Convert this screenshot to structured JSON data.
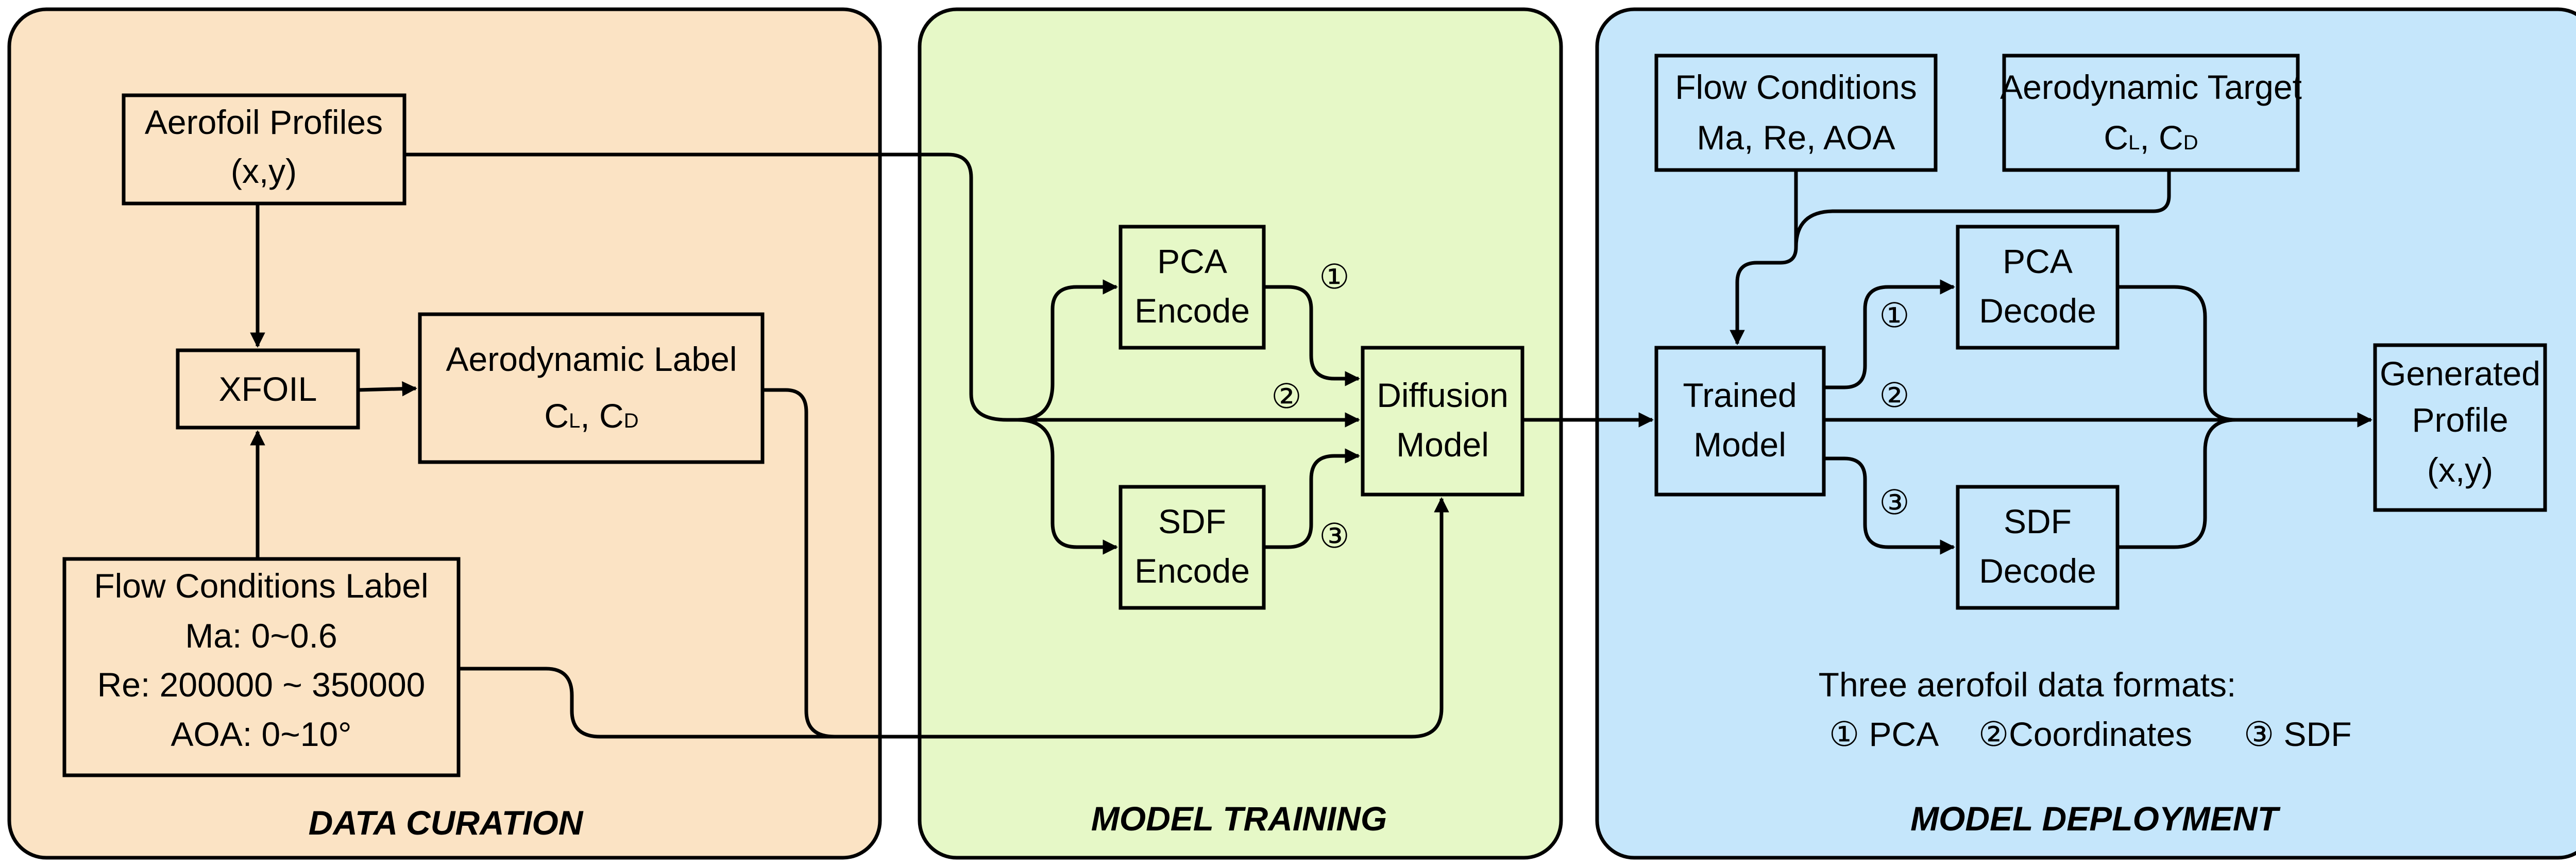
{
  "colors": {
    "curation_fill": "#fbe3c4",
    "training_fill": "#e6f8c7",
    "deployment_fill": "#c5e6fb",
    "stroke": "#000000"
  },
  "panels": {
    "curation": "DATA CURATION",
    "training": "MODEL TRAINING",
    "deployment": "MODEL DEPLOYMENT"
  },
  "curation": {
    "aerofoil_profiles": [
      "Aerofoil Profiles",
      "(x,y)"
    ],
    "xfoil": "XFOIL",
    "aero_label": {
      "line1": "Aerodynamic Label",
      "cl_base": "C",
      "cl_sub": "L",
      "sep": ", ",
      "cd_base": "C",
      "cd_sub": "D"
    },
    "flow_label": [
      "Flow Conditions Label",
      "Ma: 0~0.6",
      "Re: 200000 ~ 350000",
      "AOA: 0~10°"
    ]
  },
  "training": {
    "pca_encode": [
      "PCA",
      "Encode"
    ],
    "sdf_encode": [
      "SDF",
      "Encode"
    ],
    "diffusion_model": [
      "Diffusion",
      "Model"
    ],
    "markers": [
      "①",
      "②",
      "③"
    ]
  },
  "deployment": {
    "flow_conditions": [
      "Flow Conditions",
      "Ma, Re, AOA"
    ],
    "aero_target": {
      "line1": "Aerodynamic Target",
      "cl_base": "C",
      "cl_sub": "L",
      "sep": ", ",
      "cd_base": "C",
      "cd_sub": "D"
    },
    "trained_model": [
      "Trained",
      "Model"
    ],
    "pca_decode": [
      "PCA",
      "Decode"
    ],
    "sdf_decode": [
      "SDF",
      "Decode"
    ],
    "generated_profile": [
      "Generated",
      "Profile",
      "(x,y)"
    ],
    "markers": [
      "①",
      "②",
      "③"
    ],
    "formats_title": "Three aerofoil data formats:",
    "formats": [
      "① PCA",
      "②Coordinates",
      "③ SDF"
    ]
  }
}
